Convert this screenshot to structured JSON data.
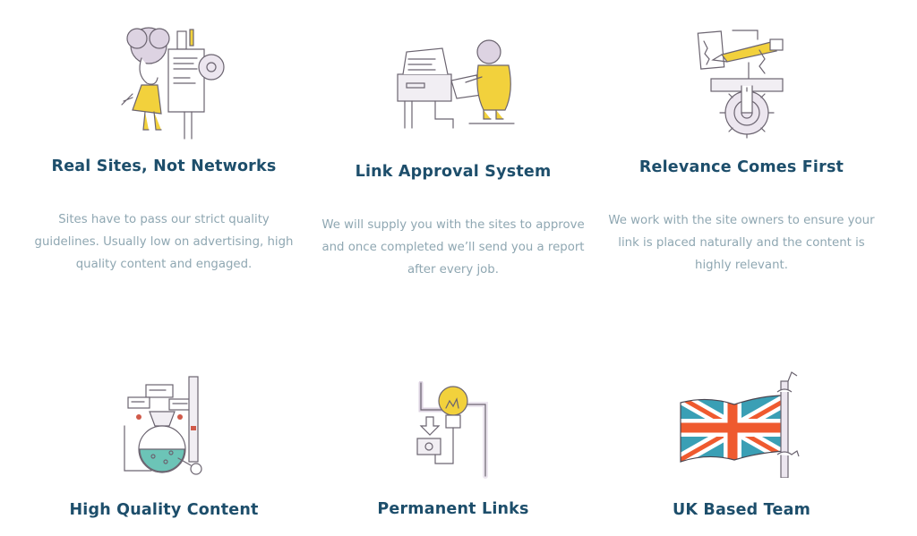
{
  "features": [
    {
      "title": "Real Sites, Not Networks",
      "description": "Sites have to pass our strict quality guidelines. Usually low on advertising, high quality content and engaged.",
      "icon": "woman-typewriter-illustration"
    },
    {
      "title": "Link Approval System",
      "description": "We will supply you with the sites to approve and once completed we’ll send you a report after every job.",
      "icon": "man-printer-illustration"
    },
    {
      "title": "Relevance Comes First",
      "description": "We work with the site owners to ensure your link is placed naturally and the content is highly relevant.",
      "icon": "pencil-gear-machine-illustration"
    },
    {
      "title": "High Quality Content",
      "description": "",
      "icon": "flask-speech-bubbles-illustration"
    },
    {
      "title": "Permanent Links",
      "description": "",
      "icon": "lightbulb-pipes-illustration"
    },
    {
      "title": "UK Based Team",
      "description": "",
      "icon": "uk-flag-illustration"
    }
  ],
  "colors": {
    "heading": "#1d4e6b",
    "body": "#8fa7b2",
    "accent_yellow": "#f2d13c",
    "flag_blue": "#3a9fb5",
    "flag_red": "#ef5a2f",
    "flask_teal": "#6cc4b7",
    "lavender": "#ddd3e2"
  }
}
